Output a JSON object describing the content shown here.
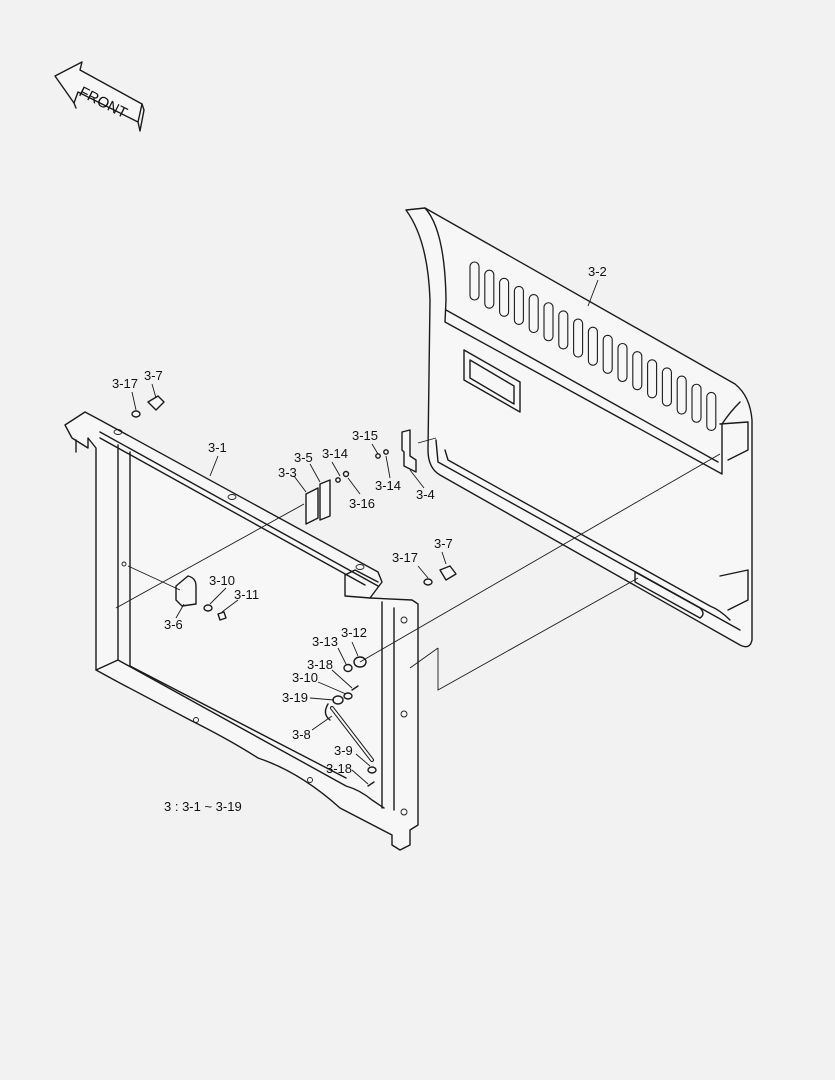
{
  "front_arrow": {
    "text": "FRONT"
  },
  "legend": {
    "text": "3 : 3-1 ~ 3-19"
  },
  "labels": [
    {
      "id": "lbl-3-2",
      "text": "3-2"
    },
    {
      "id": "lbl-3-17-a",
      "text": "3-17"
    },
    {
      "id": "lbl-3-7-a",
      "text": "3-7"
    },
    {
      "id": "lbl-3-1",
      "text": "3-1"
    },
    {
      "id": "lbl-3-15",
      "text": "3-15"
    },
    {
      "id": "lbl-3-5",
      "text": "3-5"
    },
    {
      "id": "lbl-3-14-a",
      "text": "3-14"
    },
    {
      "id": "lbl-3-3",
      "text": "3-3"
    },
    {
      "id": "lbl-3-14-b",
      "text": "3-14"
    },
    {
      "id": "lbl-3-4",
      "text": "3-4"
    },
    {
      "id": "lbl-3-16",
      "text": "3-16"
    },
    {
      "id": "lbl-3-17-b",
      "text": "3-17"
    },
    {
      "id": "lbl-3-7-b",
      "text": "3-7"
    },
    {
      "id": "lbl-3-10-a",
      "text": "3-10"
    },
    {
      "id": "lbl-3-11",
      "text": "3-11"
    },
    {
      "id": "lbl-3-6",
      "text": "3-6"
    },
    {
      "id": "lbl-3-12",
      "text": "3-12"
    },
    {
      "id": "lbl-3-13",
      "text": "3-13"
    },
    {
      "id": "lbl-3-18-a",
      "text": "3-18"
    },
    {
      "id": "lbl-3-10-b",
      "text": "3-10"
    },
    {
      "id": "lbl-3-19",
      "text": "3-19"
    },
    {
      "id": "lbl-3-8",
      "text": "3-8"
    },
    {
      "id": "lbl-3-9",
      "text": "3-9"
    },
    {
      "id": "lbl-3-18-b",
      "text": "3-18"
    }
  ]
}
